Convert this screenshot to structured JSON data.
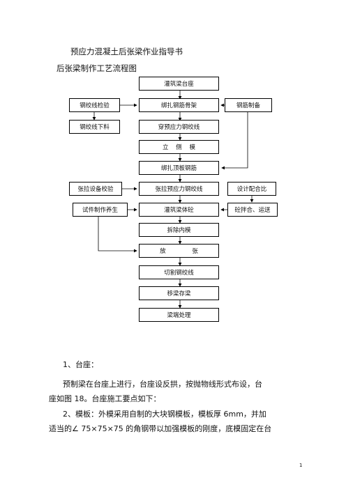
{
  "header": {
    "title": "预应力混凝土后张梁作业指导书",
    "subtitle": "后张梁制作工艺流程图"
  },
  "flowchart": {
    "steps": {
      "s1": "灌筑梁台座",
      "s2": "绑扎钢筋骨架",
      "s3": "穿预应力钢绞线",
      "s4": "立    侧    模",
      "s5": "绑扎顶板钢筋",
      "s6": "张拉预应力钢绞线",
      "s7": "灌筑梁体砼",
      "s8": "拆除内模",
      "s9": "放              张",
      "s10": "切割钢绞线",
      "s11": "移梁存梁",
      "s12": "梁端处理"
    },
    "left": {
      "l1": "钢绞线检验",
      "l2": "钢绞线下料",
      "l3": "张拉设备校验",
      "l4": "试件制作养生"
    },
    "right": {
      "r1": "钢筋制备",
      "r2": "设计配合比",
      "r3": "砼拌合、运送"
    }
  },
  "body": {
    "heading": "1、台座：",
    "p1_line1": "预制梁在台座上进行，台座设反拱，按抛物线形式布设，台",
    "p1_line2": "座如图 18。台座施工要点如下：",
    "p2_line1": "2、模板：外模采用自制的大块钢模板，模板厚   6mm，并加",
    "p2_line2": "适当的∠ 75×75×75 的角钢带以加强模板的刚度，底模固定在台"
  },
  "page_number": "1"
}
